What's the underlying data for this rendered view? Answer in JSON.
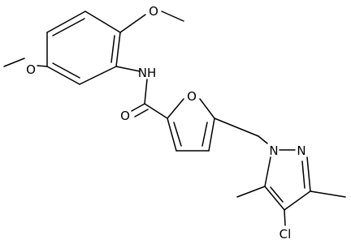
{
  "atoms": {
    "o_methoxy_top": "O",
    "o_methoxy_left": "O",
    "nh": "NH",
    "o_carbonyl": "O",
    "o_furan": "O",
    "n1": "N",
    "n2": "N",
    "cl": "Cl"
  }
}
